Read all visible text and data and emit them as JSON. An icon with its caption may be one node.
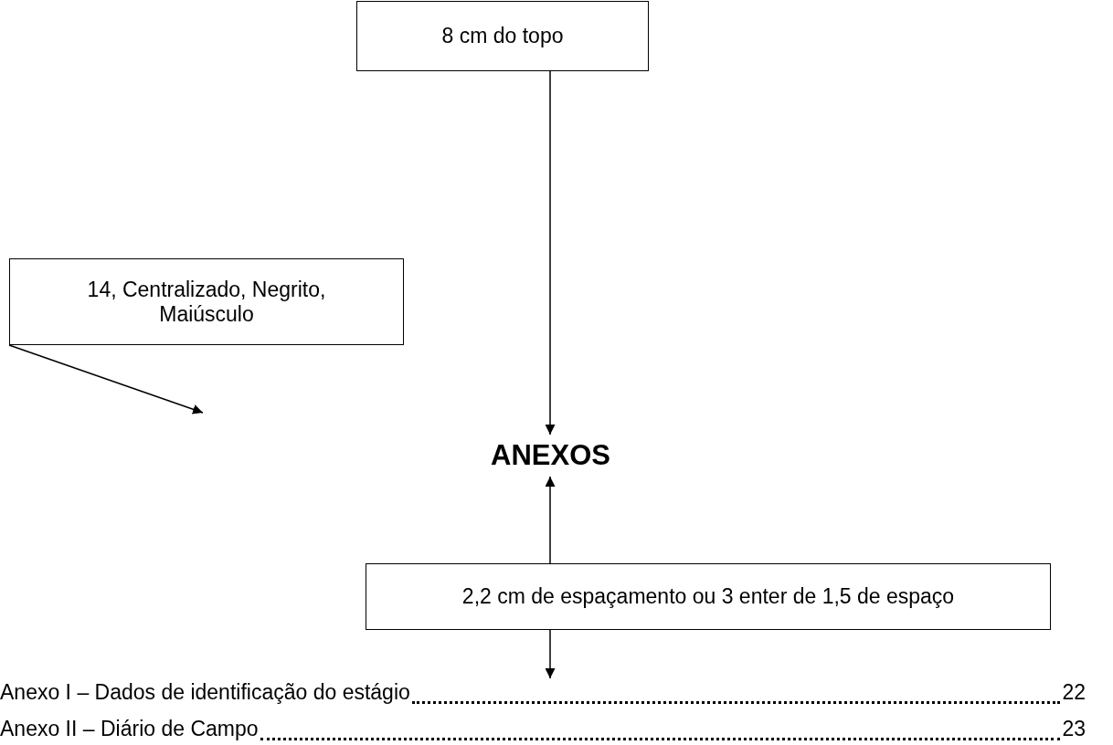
{
  "diagram": {
    "nodes": [
      {
        "text": [
          "8 cm do topo"
        ]
      },
      {
        "text": [
          "14, Centralizado, Negrito, Maiúsculo"
        ]
      },
      {
        "text": [
          "ANEXOS"
        ]
      },
      {
        "text": [
          "2,2 cm de espaçamento ou 3 enter de 1,5 de espaço"
        ]
      },
      {
        "text": [
          "Anexo I – Dados de identificação do estágio",
          "22"
        ]
      }
    ],
    "edges": [
      {
        "from": 0,
        "to": 2,
        "arrow": "to"
      },
      {
        "from": 3,
        "to": 2,
        "arrow": "to"
      },
      {
        "from": 3,
        "to": 4,
        "arrow": "to"
      },
      {
        "from": 1,
        "to": null,
        "arrow": "to"
      }
    ],
    "labels": [
      "Anexo II – Diário de Campo",
      "23"
    ]
  }
}
